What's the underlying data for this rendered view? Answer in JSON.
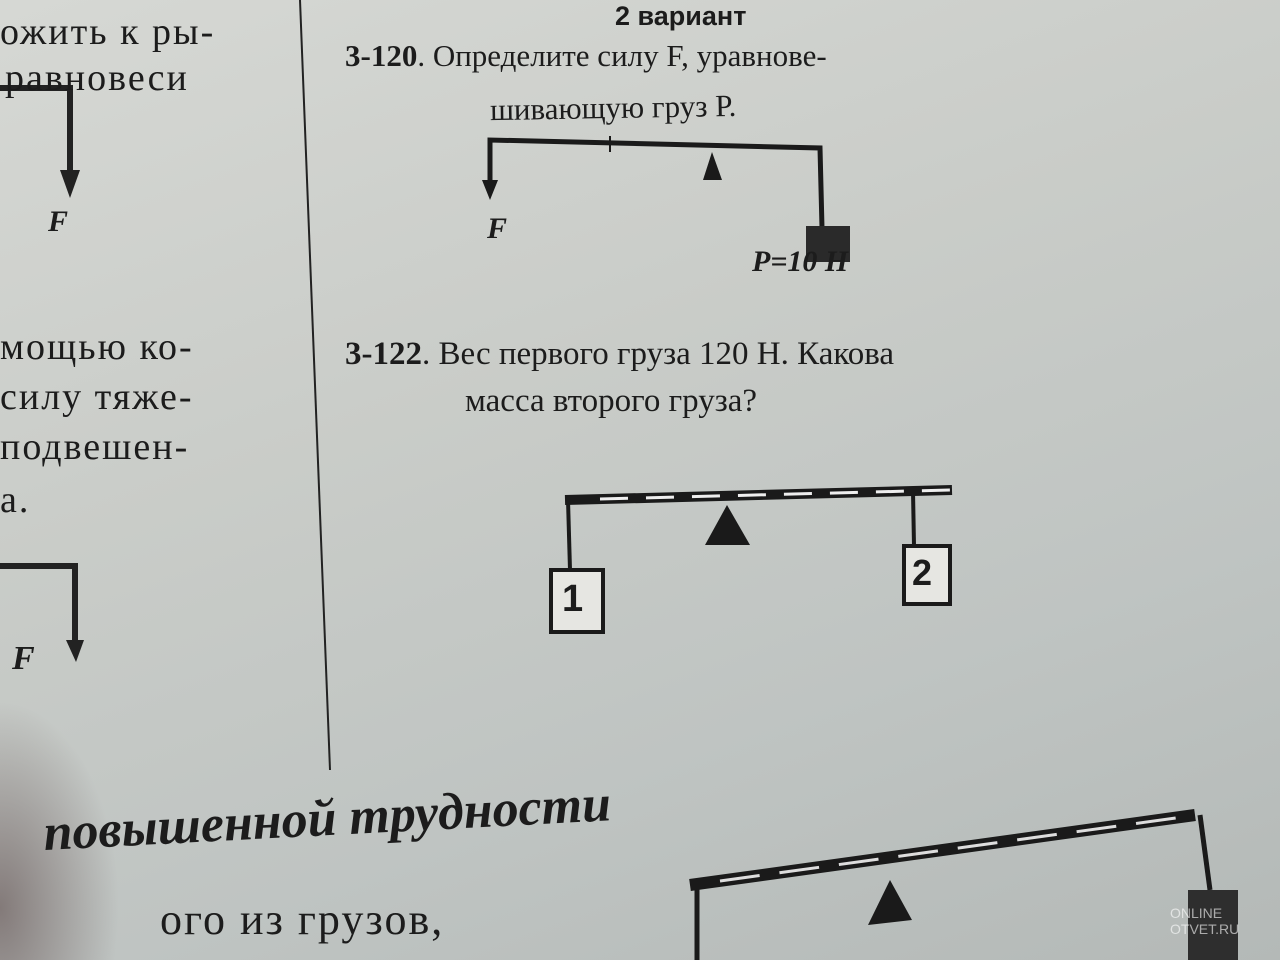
{
  "left_column": {
    "lines": [
      "ожить к ры-",
      "равновеси",
      "мощью ко-",
      "силу тяже-",
      "подвешен-",
      "а."
    ],
    "force_label_1": "F",
    "force_label_2": "F"
  },
  "variant_header": "2 вариант",
  "problem_120": {
    "number": "3-120",
    "text_line1": ". Определите силу F, уравнове-",
    "text_line2": "шивающую груз Р.",
    "force_label": "F",
    "weight_label": "P=10 Н"
  },
  "problem_122": {
    "number": "3-122",
    "text_line1": ". Вес первого груза 120 Н. Какова",
    "text_line2": "масса второго груза?",
    "weight_1": "1",
    "weight_2": "2"
  },
  "section_title": "повышенной трудности",
  "bottom_text": "ого из грузов,",
  "watermark": "ONLINE OTVET.RU"
}
